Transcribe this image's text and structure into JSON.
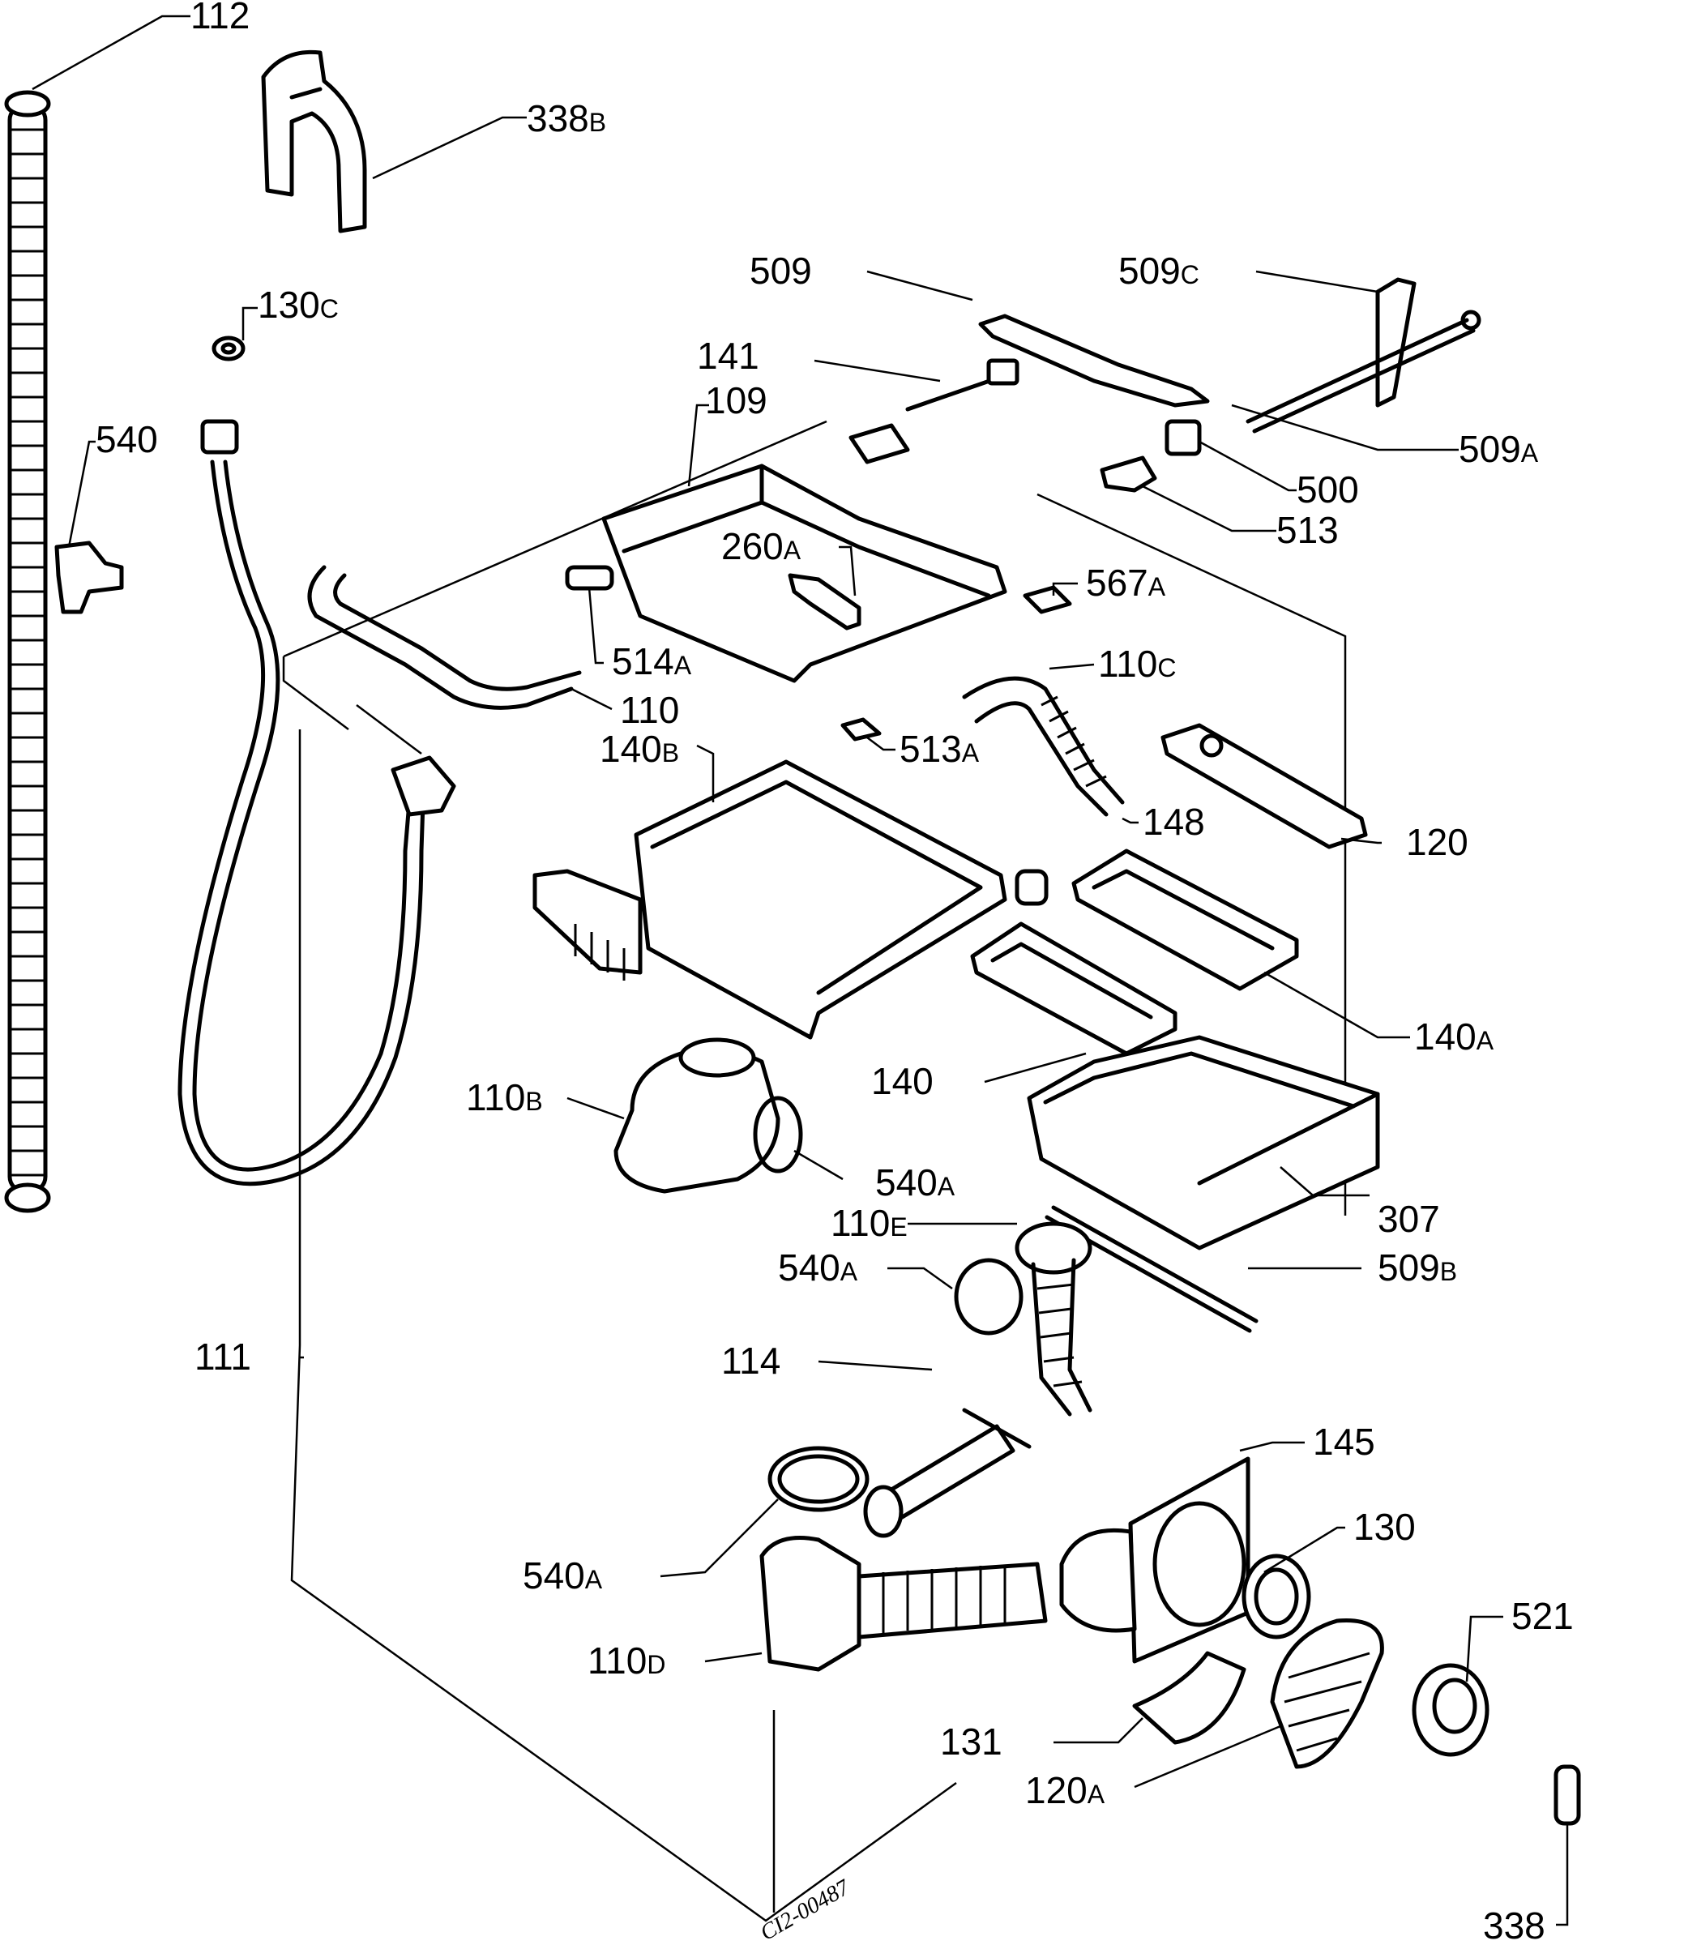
{
  "drawing_code": "CI2-00487",
  "labels": [
    {
      "id": "112",
      "text": "112"
    },
    {
      "id": "338b",
      "text": "338",
      "suffix": "B"
    },
    {
      "id": "130c",
      "text": "130",
      "suffix": "C"
    },
    {
      "id": "540",
      "text": "540"
    },
    {
      "id": "509",
      "text": "509"
    },
    {
      "id": "509c",
      "text": "509",
      "suffix": "C"
    },
    {
      "id": "141",
      "text": "141"
    },
    {
      "id": "109",
      "text": "109"
    },
    {
      "id": "509a",
      "text": "509",
      "suffix": "A"
    },
    {
      "id": "500",
      "text": "500"
    },
    {
      "id": "513",
      "text": "513"
    },
    {
      "id": "260a",
      "text": "260",
      "suffix": "A"
    },
    {
      "id": "567a",
      "text": "567",
      "suffix": "A"
    },
    {
      "id": "514a",
      "text": "514",
      "suffix": "A"
    },
    {
      "id": "110",
      "text": "110"
    },
    {
      "id": "110c",
      "text": "110",
      "suffix": "C"
    },
    {
      "id": "140b",
      "text": "140",
      "suffix": "B"
    },
    {
      "id": "513a",
      "text": "513",
      "suffix": "A"
    },
    {
      "id": "148",
      "text": "148"
    },
    {
      "id": "120",
      "text": "120"
    },
    {
      "id": "140a",
      "text": "140",
      "suffix": "A"
    },
    {
      "id": "140",
      "text": "140"
    },
    {
      "id": "110b",
      "text": "110",
      "suffix": "B"
    },
    {
      "id": "540a-1",
      "text": "540",
      "suffix": "A"
    },
    {
      "id": "307",
      "text": "307"
    },
    {
      "id": "110e",
      "text": "110",
      "suffix": "E"
    },
    {
      "id": "540a-2",
      "text": "540",
      "suffix": "A"
    },
    {
      "id": "509b",
      "text": "509",
      "suffix": "B"
    },
    {
      "id": "111",
      "text": "111"
    },
    {
      "id": "114",
      "text": "114"
    },
    {
      "id": "145",
      "text": "145"
    },
    {
      "id": "130",
      "text": "130"
    },
    {
      "id": "540a-3",
      "text": "540",
      "suffix": "A"
    },
    {
      "id": "110d",
      "text": "110",
      "suffix": "D"
    },
    {
      "id": "521",
      "text": "521"
    },
    {
      "id": "131",
      "text": "131"
    },
    {
      "id": "120a",
      "text": "120",
      "suffix": "A"
    },
    {
      "id": "338",
      "text": "338"
    }
  ]
}
